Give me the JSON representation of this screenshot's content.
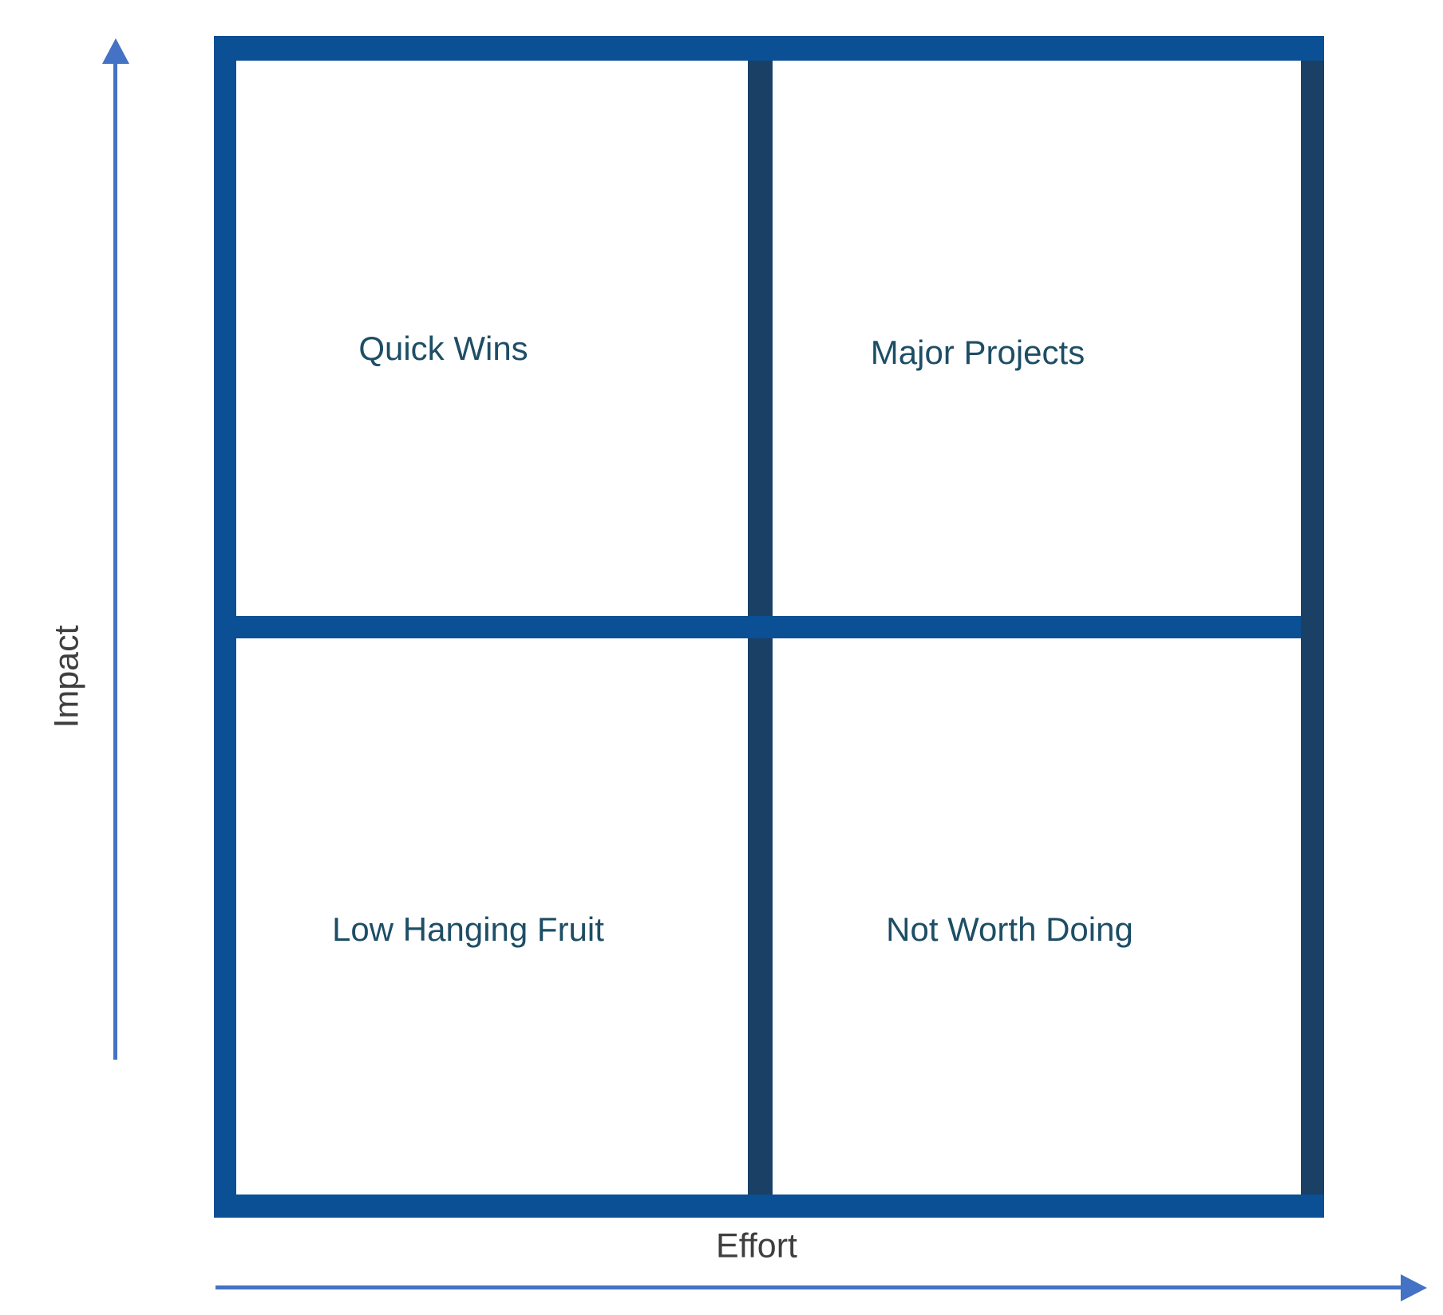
{
  "diagram": {
    "type": "quadrant-matrix",
    "y_axis_label": "Impact",
    "x_axis_label": "Effort",
    "quadrants": [
      {
        "position": "top-left",
        "label": "Quick Wins"
      },
      {
        "position": "top-right",
        "label": "Major Projects"
      },
      {
        "position": "bottom-left",
        "label": "Low Hanging Fruit"
      },
      {
        "position": "bottom-right",
        "label": "Not Worth Doing"
      }
    ],
    "colors": {
      "grid_primary_blue": "#0B4F94",
      "grid_secondary_navy": "#1A4066",
      "axis_arrow_blue": "#4472C4",
      "axis_label_text": "#3F3F3F",
      "quadrant_label_text": "#1D4E66",
      "background": "#FFFFFF"
    }
  }
}
